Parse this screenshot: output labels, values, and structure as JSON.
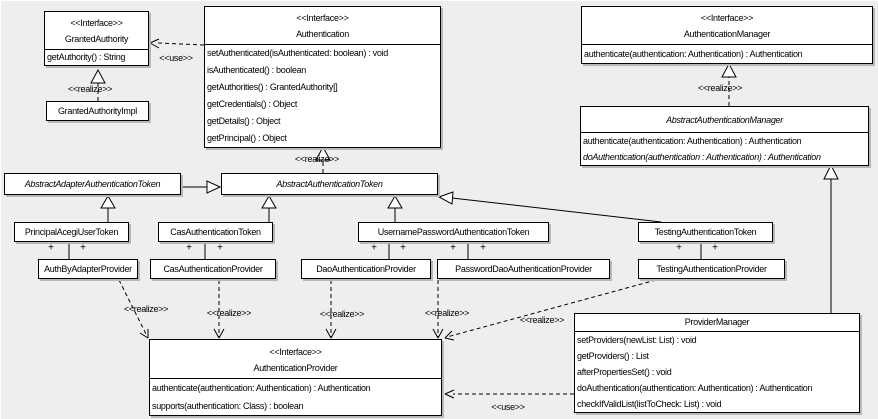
{
  "labels": {
    "interface": "<<Interface>>",
    "realize": "<<realize>>",
    "use": "<<use>>",
    "plus": "+"
  },
  "classes": {
    "granted_authority": {
      "stereotype": "<<Interface>>",
      "name": "GrantedAuthority",
      "methods": [
        "getAuthority() : String"
      ]
    },
    "granted_authority_impl": {
      "name": "GrantedAuthorityImpl"
    },
    "authentication": {
      "stereotype": "<<Interface>>",
      "name": "Authentication",
      "methods": [
        "setAuthenticated(isAuthenticated: boolean) : void",
        "isAuthenticated() : boolean",
        "getAuthorities() : GrantedAuthority[]",
        "getCredentials() : Object",
        "getDetails() : Object",
        "getPrincipal() : Object"
      ]
    },
    "authentication_manager": {
      "stereotype": "<<Interface>>",
      "name": "AuthenticationManager",
      "methods": [
        "authenticate(authentication: Authentication) : Authentication"
      ]
    },
    "abstract_authentication_manager": {
      "name": "AbstractAuthenticationManager",
      "methods": [
        "authenticate(authentication: Authentication) : Authentication",
        "doAuthentication(authentication : Authentication) : Authentication"
      ]
    },
    "abstract_adapter_authentication_token": {
      "name": "AbstractAdapterAuthenticationToken"
    },
    "abstract_authentication_token": {
      "name": "AbstractAuthenticationToken"
    },
    "principal_acegi_user_token": {
      "name": "PrincipalAcegiUserToken"
    },
    "cas_authentication_token": {
      "name": "CasAuthenticationToken"
    },
    "username_password_authentication_token": {
      "name": "UsernamePasswordAuthenticationToken"
    },
    "testing_authentication_token": {
      "name": "TestingAuthenticationToken"
    },
    "auth_by_adapter_provider": {
      "name": "AuthByAdapterProvider"
    },
    "cas_authentication_provider": {
      "name": "CasAuthenticationProvider"
    },
    "dao_authentication_provider": {
      "name": "DaoAuthenticationProvider"
    },
    "password_dao_authentication_provider": {
      "name": "PasswordDaoAuthenticationProvider"
    },
    "testing_authentication_provider": {
      "name": "TestingAuthenticationProvider"
    },
    "authentication_provider": {
      "stereotype": "<<Interface>>",
      "name": "AuthenticationProvider",
      "methods": [
        "authenticate(authentication: Authentication) : Authentication",
        "supports(authentication: Class) : boolean"
      ]
    },
    "provider_manager": {
      "name": "ProviderManager",
      "methods": [
        "setProviders(newList: List) : void",
        "getProviders() : List",
        "afterPropertiesSet() : void",
        "doAuthentication(authentication: Authentication) : Authentication",
        "checkIfValidList(listToCheck: List) : void"
      ]
    }
  }
}
